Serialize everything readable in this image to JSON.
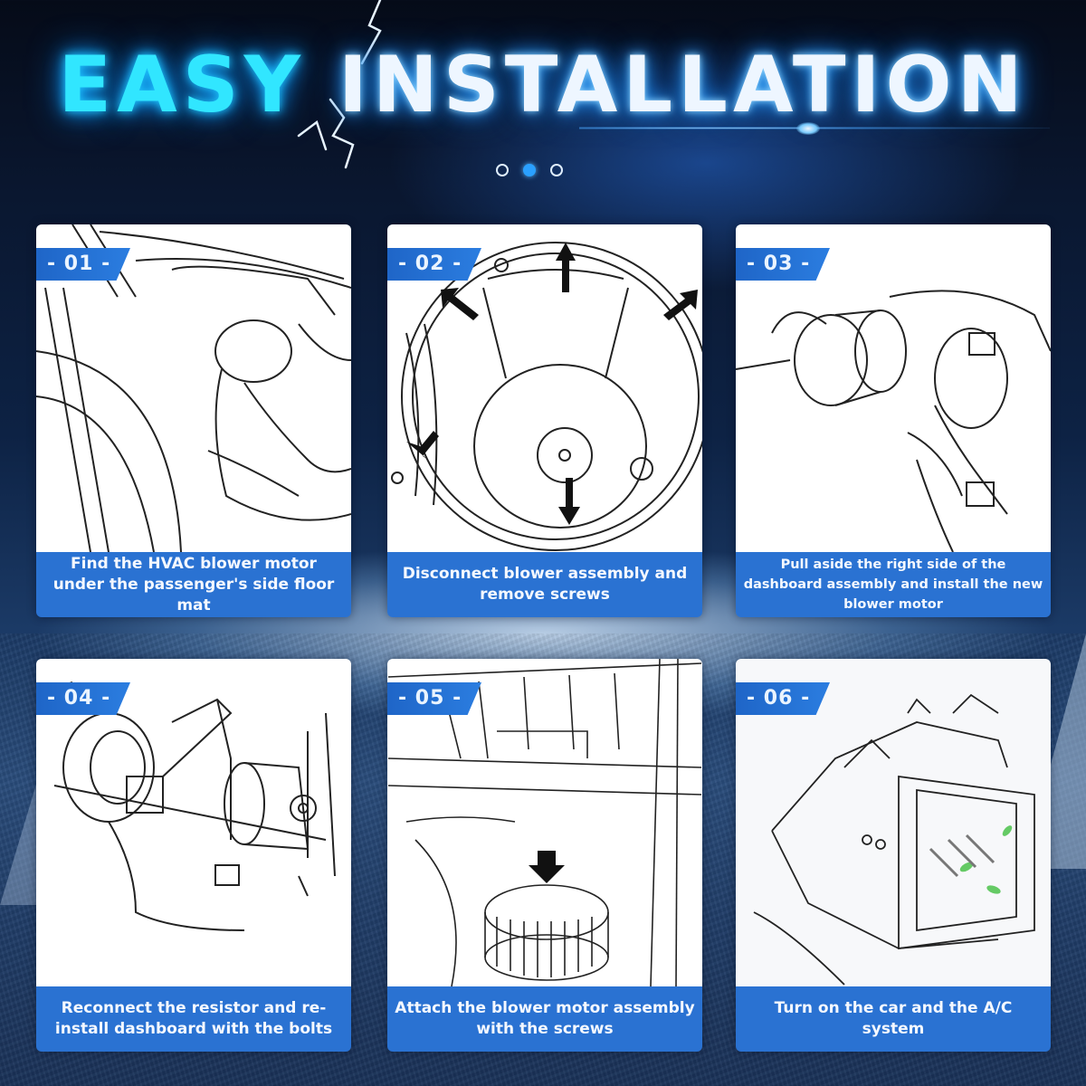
{
  "header": {
    "title_part1": "EASY",
    "title_part2": "INSTALLATION",
    "carousel_dots": 3,
    "active_dot_index": 1
  },
  "colors": {
    "title_cyan": "#31e6ff",
    "title_white": "#eef6ff",
    "caption_blue": "#2a72d2",
    "badge_blue": "#1e64c6",
    "active_dot": "#2aa0ff"
  },
  "steps": [
    {
      "number": "- 01 -",
      "caption": "Find the HVAC blower motor under the passenger's side floor mat",
      "illustration": "technician-under-dashboard"
    },
    {
      "number": "- 02 -",
      "caption": "Disconnect blower assembly and remove screws",
      "illustration": "blower-housing-with-arrows"
    },
    {
      "number": "- 03 -",
      "caption": "Pull aside the right side of the dashboard assembly and install the new blower motor",
      "illustration": "hand-installing-blower-motor"
    },
    {
      "number": "- 04 -",
      "caption": "Reconnect the resistor and re-install dashboard with the bolts",
      "illustration": "exploded-blower-resistor-diagram"
    },
    {
      "number": "- 05 -",
      "caption": "Attach the blower motor assembly with the screws",
      "illustration": "blower-wheel-under-dashboard"
    },
    {
      "number": "- 06 -",
      "caption": "Turn on the car and the A/C system",
      "illustration": "hvac-unit-airflow"
    }
  ]
}
